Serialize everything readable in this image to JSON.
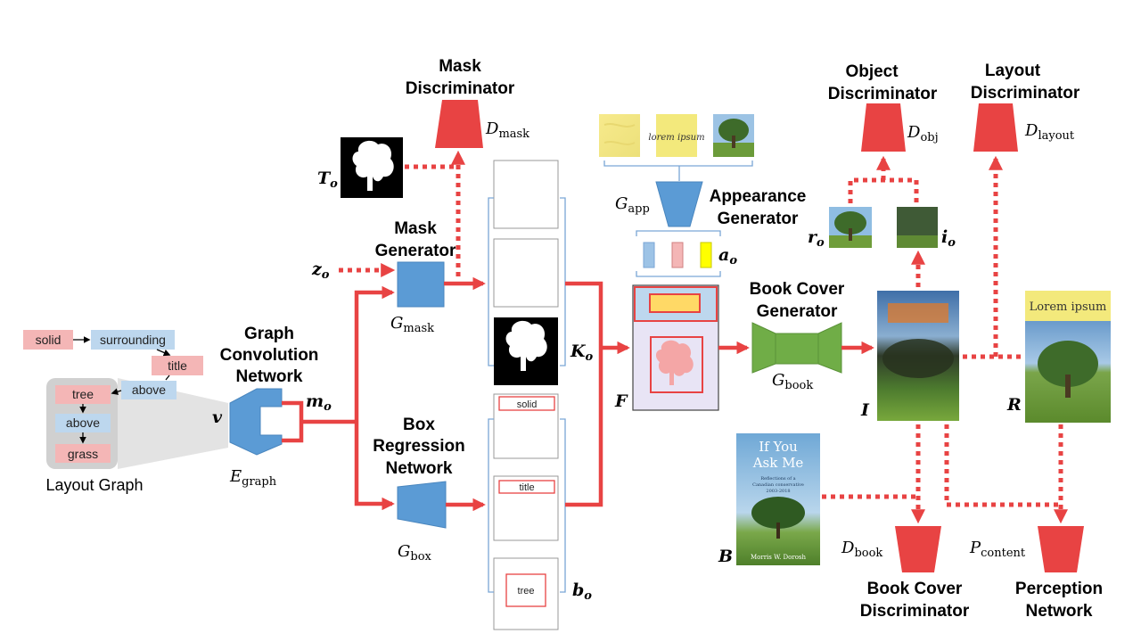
{
  "layout_graph": {
    "caption": "Layout Graph",
    "nodes": [
      "solid",
      "surrounding",
      "title",
      "above",
      "tree",
      "above",
      "grass"
    ]
  },
  "graph_conv": {
    "label_lines": [
      "Graph",
      "Convolution",
      "Network"
    ],
    "symbol": "E",
    "subscript": "graph",
    "input_symbol": "v",
    "output_symbol": "m",
    "output_sub": "o"
  },
  "mask_generator": {
    "label_lines": [
      "Mask",
      "Generator"
    ],
    "symbol": "G",
    "subscript": "mask",
    "noise_symbol": "z",
    "noise_sub": "o"
  },
  "mask_discriminator": {
    "label_lines": [
      "Mask",
      "Discriminator"
    ],
    "symbol": "D",
    "subscript": "mask",
    "target_symbol": "T",
    "target_sub": "o"
  },
  "box_regression": {
    "label_lines": [
      "Box",
      "Regression",
      "Network"
    ],
    "symbol": "G",
    "subscript": "box"
  },
  "masks_stack": {
    "symbol": "K",
    "sub": "o"
  },
  "boxes_stack": {
    "symbol": "b",
    "sub": "o",
    "labels": [
      "solid",
      "title",
      "tree"
    ]
  },
  "appearance_generator": {
    "label_lines": [
      "Appearance",
      "Generator"
    ],
    "symbol": "G",
    "subscript": "app",
    "output_symbol": "a",
    "output_sub": "o",
    "sample_text": "lorem ipsum"
  },
  "feature_map": {
    "symbol": "F"
  },
  "book_cover_generator": {
    "label_lines": [
      "Book Cover",
      "Generator"
    ],
    "symbol": "G",
    "subscript": "book"
  },
  "object_discriminator": {
    "label_lines": [
      "Object",
      "Discriminator"
    ],
    "symbol": "D",
    "subscript": "obj",
    "real_symbol": "r",
    "fake_symbol": "i",
    "sub": "o"
  },
  "layout_discriminator": {
    "label_lines": [
      "Layout",
      "Discriminator"
    ],
    "symbol": "D",
    "subscript": "layout"
  },
  "generated_image": {
    "symbol": "I"
  },
  "real_image": {
    "symbol": "R",
    "cover_text": "Lorem ipsum"
  },
  "real_book": {
    "symbol": "B",
    "title_lines": [
      "If You",
      "Ask Me"
    ],
    "subtitle_lines": [
      "Reflections of a",
      "Canadian conservative",
      "2003-2018"
    ],
    "author": "Morris W. Dorosh"
  },
  "book_discriminator": {
    "label_lines": [
      "Book Cover",
      "Discriminator"
    ],
    "symbol": "D",
    "subscript": "book"
  },
  "perception_network": {
    "label_lines": [
      "Perception",
      "Network"
    ],
    "symbol": "P",
    "subscript": "content"
  },
  "colors": {
    "arrow": "#e84343",
    "encoder": "#5b9bd5",
    "generator_book": "#70ad47",
    "discriminator": "#e84343",
    "object_node": "#f4b6b6",
    "relation_node": "#bdd7ee"
  }
}
